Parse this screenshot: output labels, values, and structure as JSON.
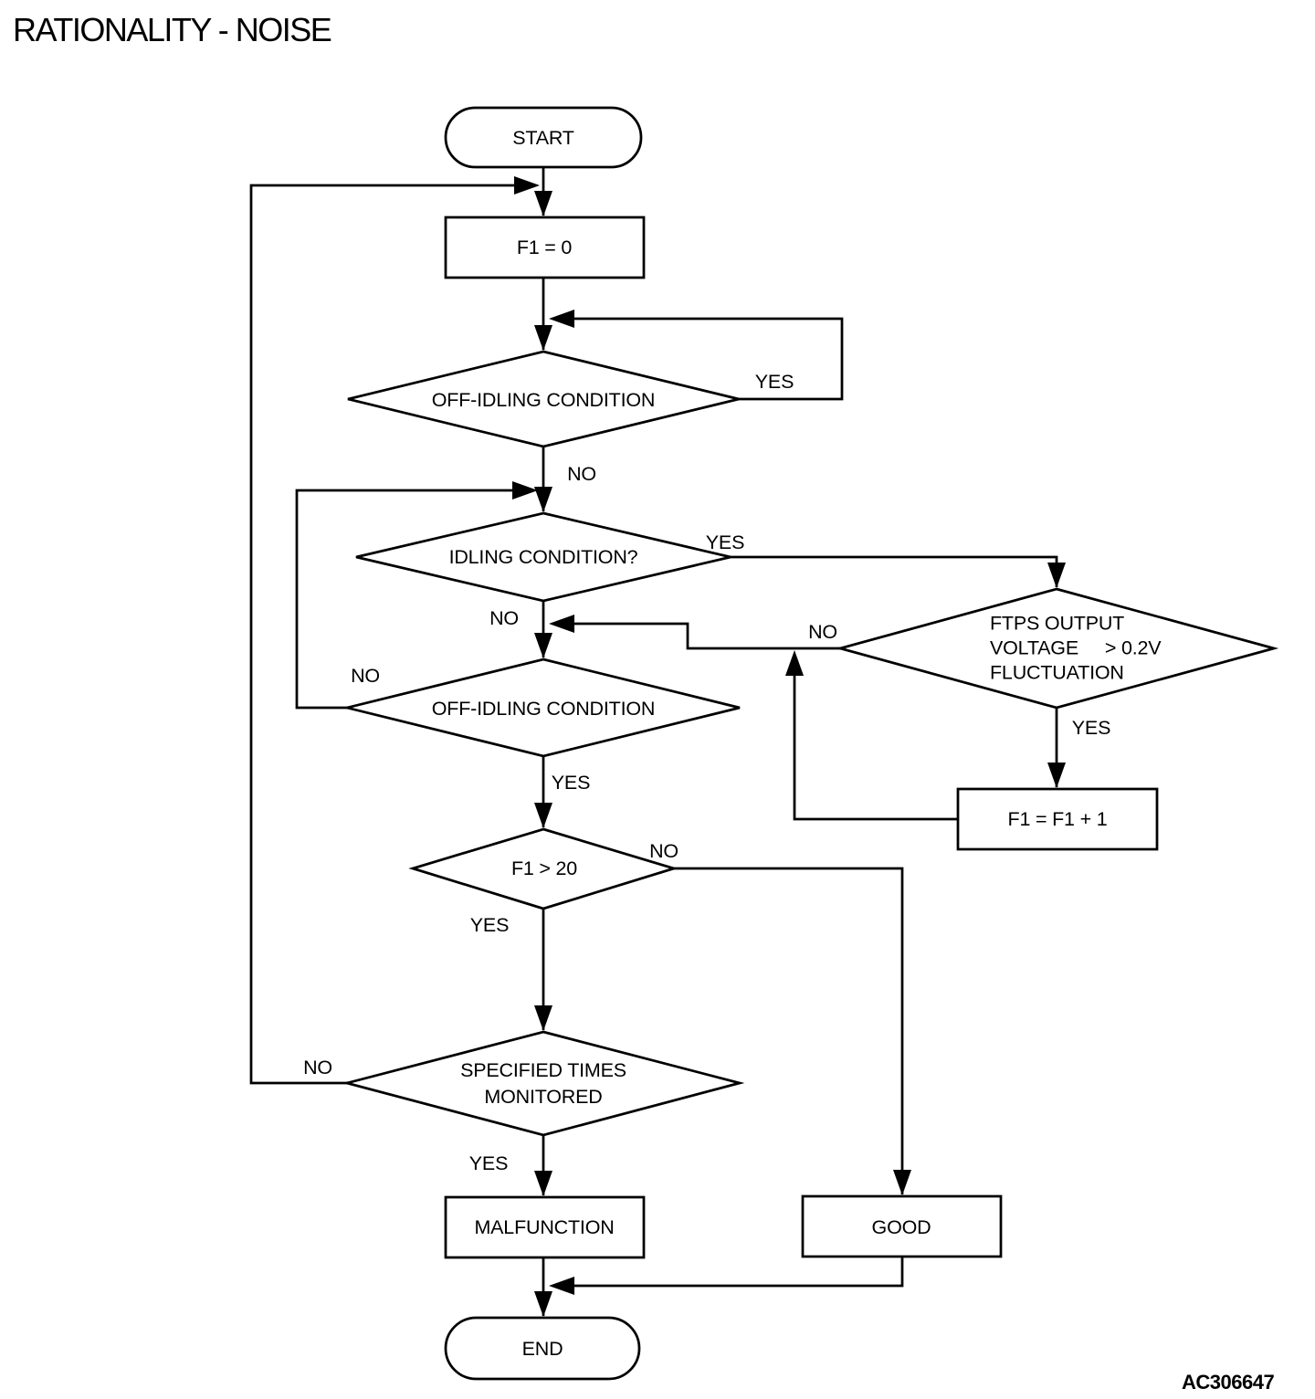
{
  "page": {
    "title": "RATIONALITY - NOISE",
    "figure_code": "AC306647"
  },
  "colors": {
    "ink": "#000000",
    "paper": "#ffffff"
  },
  "nodes": {
    "start": {
      "label": "START"
    },
    "f1_reset": {
      "label": "F1 = 0"
    },
    "off_idling_1": {
      "label": "OFF-IDLING CONDITION"
    },
    "idling": {
      "label": "IDLING CONDITION?"
    },
    "ftps": {
      "lines": [
        "FTPS OUTPUT",
        "VOLTAGE     > 0.2V",
        "FLUCTUATION"
      ]
    },
    "off_idling_2": {
      "label": "OFF-IDLING CONDITION"
    },
    "f1_increment": {
      "label": "F1 = F1 + 1"
    },
    "f1_check": {
      "label": "F1 > 20"
    },
    "specified_times": {
      "lines": [
        "SPECIFIED TIMES",
        "MONITORED"
      ]
    },
    "malfunction": {
      "label": "MALFUNCTION"
    },
    "good": {
      "label": "GOOD"
    },
    "end": {
      "label": "END"
    }
  },
  "edge_labels": {
    "off_idling_1_yes": "YES",
    "off_idling_1_no": "NO",
    "idling_yes": "YES",
    "idling_no": "NO",
    "ftps_no": "NO",
    "ftps_yes": "YES",
    "off_idling_2_no": "NO",
    "off_idling_2_yes": "YES",
    "f1_check_no": "NO",
    "f1_check_yes": "YES",
    "specified_times_no": "NO",
    "specified_times_yes": "YES"
  }
}
